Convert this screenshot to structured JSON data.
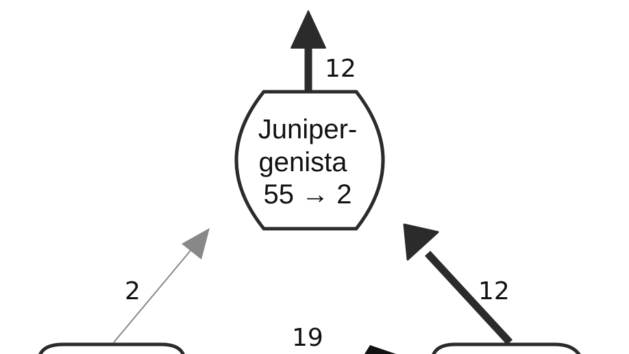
{
  "diagram": {
    "center_node": {
      "line1": "Juniper-",
      "line2": "genista",
      "line3": "55 → 2"
    },
    "edges": {
      "top_out": {
        "label": "12"
      },
      "from_left": {
        "label": "2"
      },
      "from_right": {
        "label": "12"
      },
      "bottom_middle": {
        "label": "19"
      }
    }
  },
  "colors": {
    "dark_edge": "#2b2b2b",
    "light_edge": "#888888",
    "node_stroke": "#2b2b2b",
    "node_fill": "#ffffff",
    "text": "#111111"
  }
}
